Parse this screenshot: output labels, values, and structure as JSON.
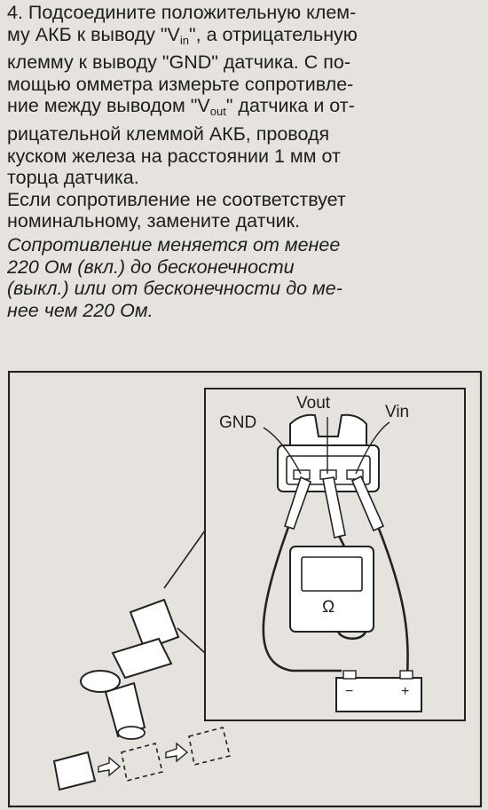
{
  "step": {
    "line1": "4. Подсоедините положительную клем-",
    "line2_before": "му АКБ к выводу \"V",
    "line2_sub": "in",
    "line2_after": "\", а отрицательную",
    "line3": "клемму к выводу \"GND\" датчика. С по-",
    "line4": "мощью омметра измерьте сопротивле-",
    "line5_before": "ние между выводом \"V",
    "line5_sub": "out",
    "line5_after": "\" датчика и от-",
    "line6": "рицательной клеммой АКБ, проводя",
    "line7": "куском железа на расстоянии 1 мм от",
    "line8": "торца датчика."
  },
  "replace_note": {
    "line1": "Если сопротивление не соответствует",
    "line2": "номинальному, замените датчик."
  },
  "spec_note": {
    "line1": "Сопротивление меняется от менее",
    "line2": "220 Ом (вкл.) до бесконечности",
    "line3": "(выкл.) или от бесконечности до ме-",
    "line4": "нее чем 220 Ом."
  },
  "figure": {
    "label_gnd": "GND",
    "label_vout": "Vout",
    "label_vin": "Vin",
    "ohm_symbol": "Ω",
    "battery_neg": "−",
    "battery_pos": "+"
  }
}
